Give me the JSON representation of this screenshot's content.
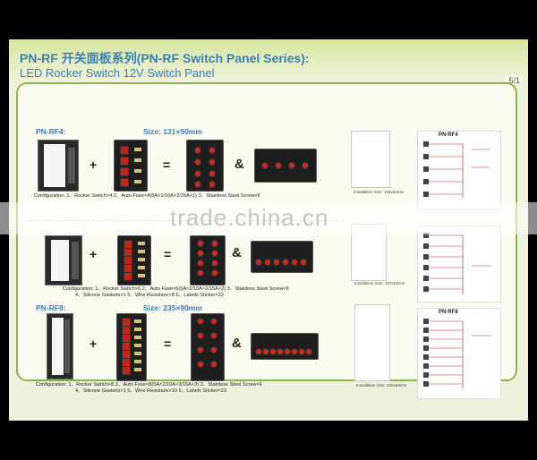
{
  "page_number": "5/1",
  "title_line1": "PN-RF 开关面板系列(PN-RF Switch Panel Series):",
  "title_line2": "LED Rocker Switch 12V Switch Panel",
  "watermark": "trade.china.cn",
  "sections": [
    {
      "model": "PN-RF4:",
      "size": "Size: 131×90mm",
      "config_line1": "Configuration: 1、Rocker Switch×4    2、Auto Fuse×4(5A×1/10A×2/15A×1)    3、Stainless Steel Screw×6",
      "config_line2": "",
      "install_size": "Installation Size: 105x63mm",
      "wiring_title": "PN-RF4"
    },
    {
      "model": "",
      "size": "",
      "config_line1": "Configuration: 1、Rocker Switch×6    2、Auto Fuse×6(5A×2/10A×2/15A×2)    3、Stainless Steel Screw×6",
      "config_line2": "4、Silicone Gaskets×1    5、Wire Resistanc×8    6、Labels Sticker×23",
      "install_size": "Installation Size: 157x63mm",
      "wiring_title": ""
    },
    {
      "model": "PN-RF8:",
      "size": "Size: 235×90mm",
      "config_line1": "Configuration: 1、Rocker Switch×8    2、Auto Fuse×8(5A×2/10A×3/15A×3)    3、Stainless Steel Screw×6",
      "config_line2": "4、Silicone Gaskets×1    5、Wire Resistanc×10    6、Labels Sticker×23",
      "install_size": "Installation Size: 208x63mm",
      "wiring_title": "PN-RF8"
    }
  ],
  "operators": {
    "plus": "+",
    "equals": "=",
    "amp": "&"
  },
  "colors": {
    "title": "#3b7fb6",
    "border": "#8fb34a",
    "switch": "#c0281f"
  }
}
